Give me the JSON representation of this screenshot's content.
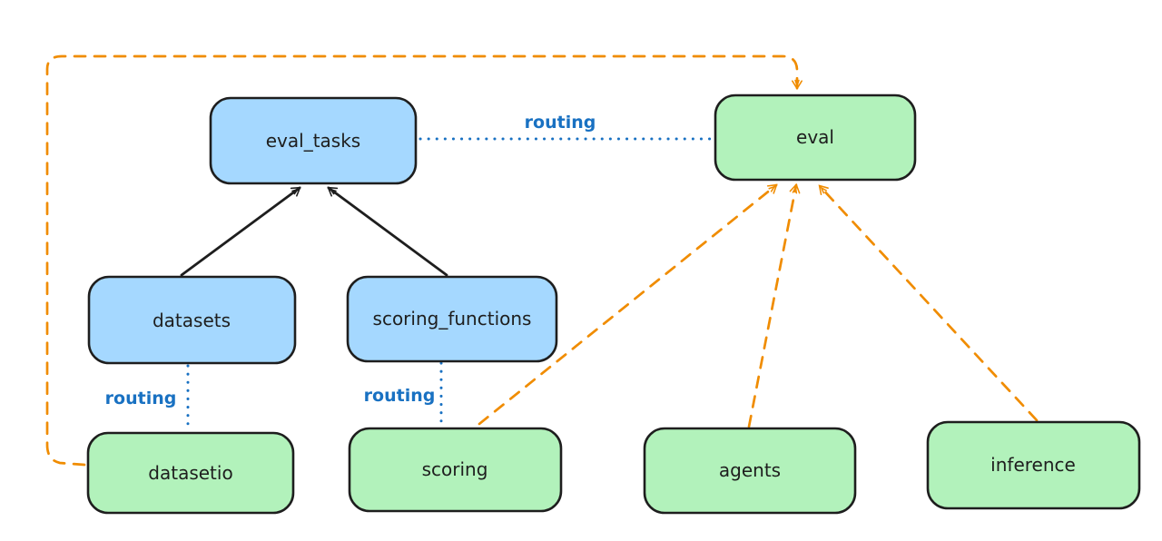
{
  "diagram": {
    "nodes": [
      {
        "id": "eval_tasks",
        "label": "eval_tasks",
        "type": "api"
      },
      {
        "id": "eval",
        "label": "eval",
        "type": "provider"
      },
      {
        "id": "datasets",
        "label": "datasets",
        "type": "api"
      },
      {
        "id": "scoring_functions",
        "label": "scoring_functions",
        "type": "api"
      },
      {
        "id": "datasetio",
        "label": "datasetio",
        "type": "provider"
      },
      {
        "id": "scoring",
        "label": "scoring",
        "type": "provider"
      },
      {
        "id": "agents",
        "label": "agents",
        "type": "provider"
      },
      {
        "id": "inference",
        "label": "inference",
        "type": "provider"
      }
    ],
    "edge_labels": {
      "routing_eval_tasks_to_eval": "routing",
      "routing_datasets_to_datasetio": "routing",
      "routing_scoring_functions_to_scoring": "routing"
    },
    "edges": [
      {
        "from": "datasets",
        "to": "eval_tasks",
        "style": "solid-arrow",
        "color": "#1e1e1e"
      },
      {
        "from": "scoring_functions",
        "to": "eval_tasks",
        "style": "solid-arrow",
        "color": "#1e1e1e"
      },
      {
        "from": "eval_tasks",
        "to": "eval",
        "style": "dotted",
        "color": "#1971c2",
        "label": "routing"
      },
      {
        "from": "datasets",
        "to": "datasetio",
        "style": "dotted",
        "color": "#1971c2",
        "label": "routing"
      },
      {
        "from": "scoring_functions",
        "to": "scoring",
        "style": "dotted",
        "color": "#1971c2",
        "label": "routing"
      },
      {
        "from": "datasetio",
        "to": "eval",
        "style": "dashed-arrow",
        "color": "#f08c00"
      },
      {
        "from": "scoring",
        "to": "eval",
        "style": "dashed-arrow",
        "color": "#f08c00"
      },
      {
        "from": "agents",
        "to": "eval",
        "style": "dashed-arrow",
        "color": "#f08c00"
      },
      {
        "from": "inference",
        "to": "eval",
        "style": "dashed-arrow",
        "color": "#f08c00"
      }
    ],
    "colors": {
      "api_fill": "#a5d8ff",
      "provider_fill": "#b2f2bb",
      "node_stroke": "#1e1e1e",
      "routing_blue": "#1971c2",
      "dashed_orange": "#f08c00",
      "background": "#ffffff"
    }
  }
}
